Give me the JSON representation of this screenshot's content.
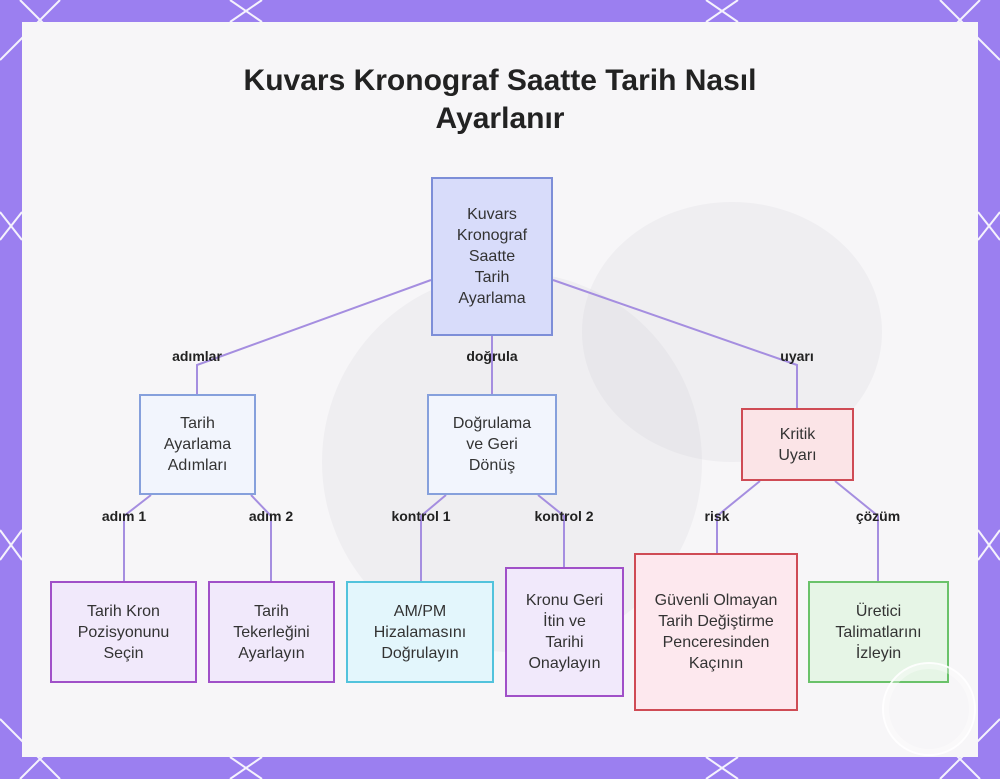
{
  "title": "Kuvars Kronograf Saatte Tarih Nasıl Ayarlanır",
  "colors": {
    "frame": "#9b7ff0",
    "panel": "#f7f6f8",
    "edge": "#a58ee0"
  },
  "nodes": {
    "root": "Kuvars Kronograf Saatte Tarih Ayarlama",
    "steps": "Tarih Ayarlama Adımları",
    "verify": "Doğrulama ve Geri Dönüş",
    "warning": "Kritik Uyarı",
    "crown": "Tarih Kron Pozisyonunu Seçin",
    "wheel": "Tarih Tekerleğini Ayarlayın",
    "ampm": "AM/PM Hizalamasını Doğrulayın",
    "push": "Kronu Geri İtin ve Tarihi Onaylayın",
    "avoid": "Güvenli Olmayan Tarih Değiştirme Penceresinden Kaçının",
    "follow": "Üretici Talimatlarını İzleyin"
  },
  "edge_labels": {
    "steps": "adımlar",
    "verify": "doğrula",
    "warning": "uyarı",
    "step1": "adım 1",
    "step2": "adım 2",
    "check1": "kontrol 1",
    "check2": "kontrol 2",
    "risk": "risk",
    "solution": "çözüm"
  }
}
